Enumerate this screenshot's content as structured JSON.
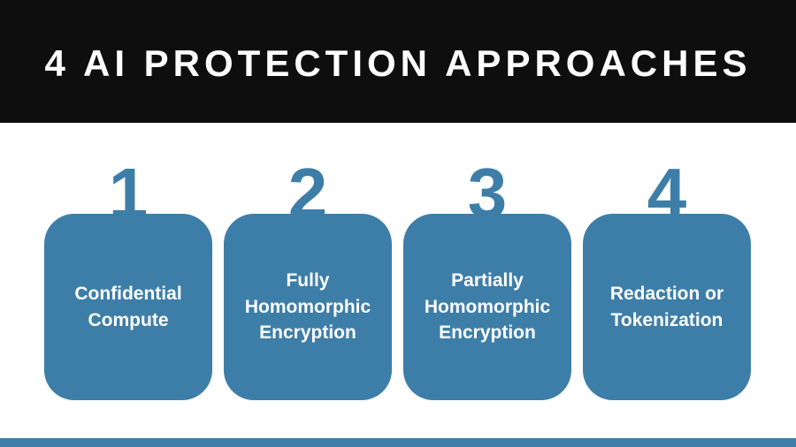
{
  "page": {
    "background": "#ffffff"
  },
  "header": {
    "title": "4 AI PROTECTION APPROACHES",
    "background": "#0e0e0e",
    "text_color": "#fefefe"
  },
  "colors": {
    "accent_blue": "#3d7ea8",
    "card_text": "#ffffff"
  },
  "approaches": [
    {
      "number": "1",
      "label": "Confidential Compute"
    },
    {
      "number": "2",
      "label": "Fully Homomorphic Encryption"
    },
    {
      "number": "3",
      "label": "Partially Homomorphic Encryption"
    },
    {
      "number": "4",
      "label": "Redaction or Tokenization"
    }
  ],
  "footer": {
    "accent_bar_color": "#3d7ea8"
  }
}
